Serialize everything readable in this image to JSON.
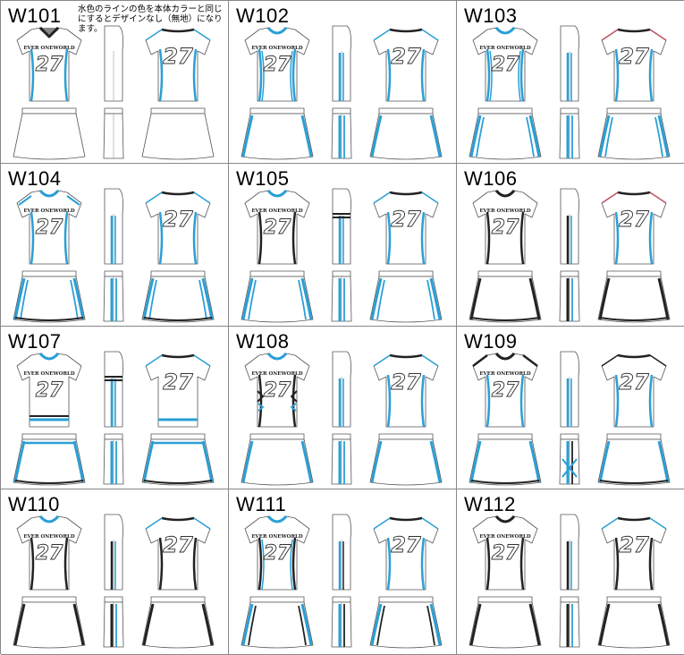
{
  "note": "水色のラインの色を本体カラーと同じにするとデザインなし（無地）になります。",
  "colors": {
    "accent": "#2a9fd6",
    "line": "#222222",
    "trim": "#c05060"
  },
  "brand_text": "EVER ONEWORLD",
  "jersey_number": "27",
  "designs": [
    {
      "code": "W101",
      "style": "plain"
    },
    {
      "code": "W102",
      "style": "side"
    },
    {
      "code": "W103",
      "style": "bolt"
    },
    {
      "code": "W104",
      "style": "frame"
    },
    {
      "code": "W105",
      "style": "sash"
    },
    {
      "code": "W106",
      "style": "black-curve"
    },
    {
      "code": "W107",
      "style": "band"
    },
    {
      "code": "W108",
      "style": "chevron"
    },
    {
      "code": "W109",
      "style": "cross"
    },
    {
      "code": "W110",
      "style": "panel"
    },
    {
      "code": "W111",
      "style": "double"
    },
    {
      "code": "W112",
      "style": "dark"
    }
  ]
}
